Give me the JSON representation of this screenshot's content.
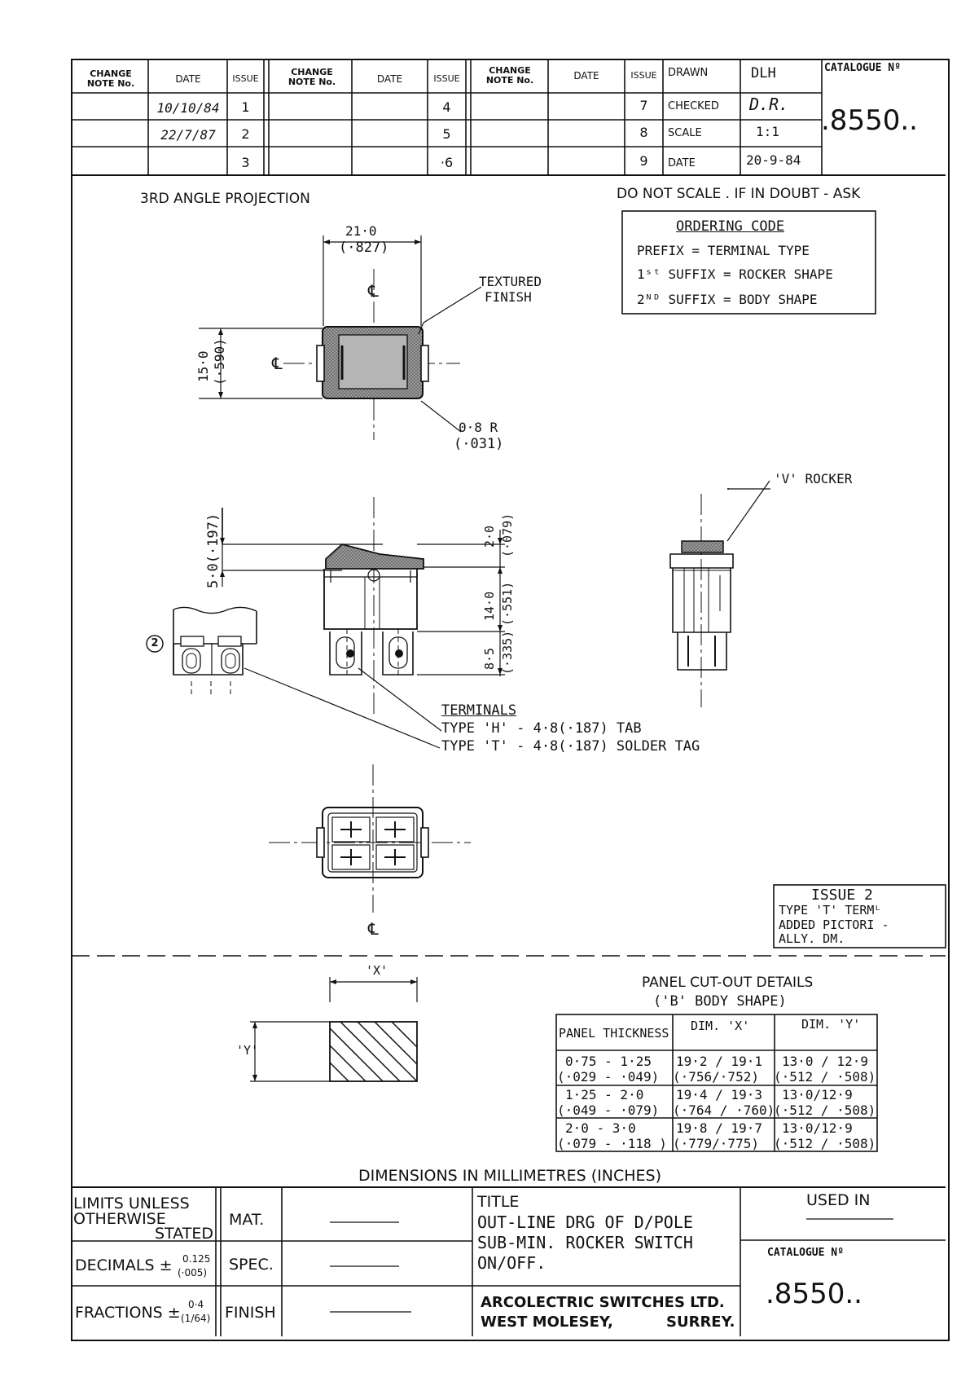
{
  "header": {
    "col_change_note": "CHANGE NOTE No.",
    "col_date": "DATE",
    "col_issue": "ISSUE",
    "issues_col1": [
      "1",
      "2",
      "3"
    ],
    "issues_col2": [
      "4",
      "5",
      "·6"
    ],
    "issues_col3": [
      "7",
      "8",
      "9"
    ],
    "dates": [
      "10/10/84",
      "22/7/87"
    ],
    "drawn_label": "DRAWN",
    "drawn_value": "DLH",
    "checked_label": "CHECKED",
    "checked_value": "D.R.",
    "scale_label": "SCALE",
    "scale_value": "1:1",
    "date_label": "DATE",
    "date_value": "20-9-84",
    "catalogue_label": "CATALOGUE Nº",
    "catalogue_value": ".8550.."
  },
  "drawing": {
    "projection": "3RD ANGLE PROJECTION",
    "do_not_scale": "DO NOT SCALE . IF IN DOUBT - ASK",
    "ordering": {
      "title": "ORDERING CODE",
      "lines": [
        "PREFIX = TERMINAL TYPE",
        "1ˢᵗ SUFFIX = ROCKER SHAPE",
        "2ᴺᴰ SUFFIX = BODY SHAPE"
      ]
    },
    "dim_width": "21·0",
    "dim_width_in": "(·827)",
    "textured": "TEXTURED",
    "finish": "FINISH",
    "dim_height": "15·0",
    "dim_height_in": "(·590)",
    "radius": "0·8 R",
    "radius_in": "(·031)",
    "v_rocker": "'V' ROCKER",
    "dim_5": "5·0(·197)",
    "dim_2": "2·0",
    "dim_2_in": "(·079)",
    "dim_14": "14·0",
    "dim_14_in": "(·551)",
    "dim_85": "8·5",
    "dim_85_in": "(·335)",
    "circle_2": "2",
    "terminals_title": "TERMINALS",
    "terminal_h": "TYPE 'H' - 4·8(·187) TAB",
    "terminal_t": "TYPE 'T' - 4·8(·187) SOLDER TAG",
    "centreline": "℄",
    "issue_note": [
      "ISSUE 2",
      "TYPE 'T' TERMᴸ",
      "ADDED PICTORI -",
      "ALLY. DM."
    ]
  },
  "cutout": {
    "title": "PANEL CUT-OUT DETAILS",
    "subtitle": "('B' BODY SHAPE)",
    "x_label": "'X'",
    "y_label": "'Y'",
    "headers": [
      "PANEL THICKNESS",
      "DIM. 'X'",
      "DIM. 'Y'"
    ],
    "rows": [
      [
        "0·75 - 1·25",
        "(·029 - ·049)",
        "19·2 / 19·1",
        "(·756/·752)",
        "13·0 / 12·9",
        "(·512 / ·508)"
      ],
      [
        "1·25 - 2·0",
        "(·049 - ·079)",
        "19·4 / 19·3",
        "(·764 / ·760)",
        "13·0/12·9",
        "(·512 / ·508)"
      ],
      [
        "2·0 - 3·0",
        "(·079 - ·118 )",
        "19·8 / 19·7",
        "(·779/·775)",
        "13·0/12·9",
        "(·512 / ·508)"
      ]
    ]
  },
  "footer": {
    "dimensions_note": "DIMENSIONS IN MILLIMETRES (INCHES)",
    "limits": [
      "LIMITS UNLESS",
      "OTHERWISE",
      "STATED"
    ],
    "decimals": "DECIMALS ±",
    "decimals_tol": [
      "0.125",
      "(·005)"
    ],
    "fractions": "FRACTIONS ±",
    "fractions_tol": [
      "0·4",
      "(1/64)"
    ],
    "mat": "MAT.",
    "spec": "SPEC.",
    "finish": "FINISH",
    "title_label": "TITLE",
    "title_lines": [
      "OUT-LINE DRG OF D/POLE",
      "SUB-MIN. ROCKER SWITCH",
      "ON/OFF."
    ],
    "company": "ARCOLECTRIC SWITCHES LTD.",
    "address_left": "WEST MOLESEY,",
    "address_right": "SURREY.",
    "used_in": "USED IN",
    "catalogue_label": "CATALOGUE Nº",
    "catalogue_value": ".8550.."
  }
}
